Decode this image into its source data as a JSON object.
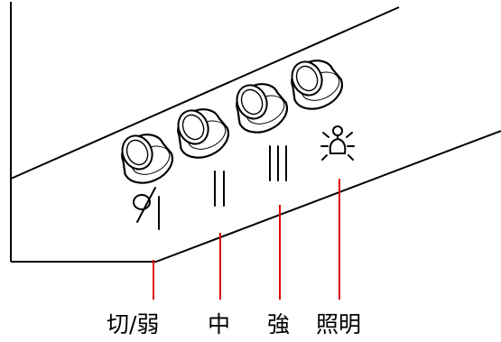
{
  "labels": {
    "off_low": "切/弱",
    "medium": "中",
    "strong": "強",
    "light": "照明"
  },
  "symbols": {
    "off_low": "off-low-symbol",
    "medium": "speed-2-symbol",
    "strong": "speed-3-symbol",
    "light": "light-bulb-icon"
  },
  "colors": {
    "leader_line": "#e00000",
    "outline": "#000000"
  }
}
